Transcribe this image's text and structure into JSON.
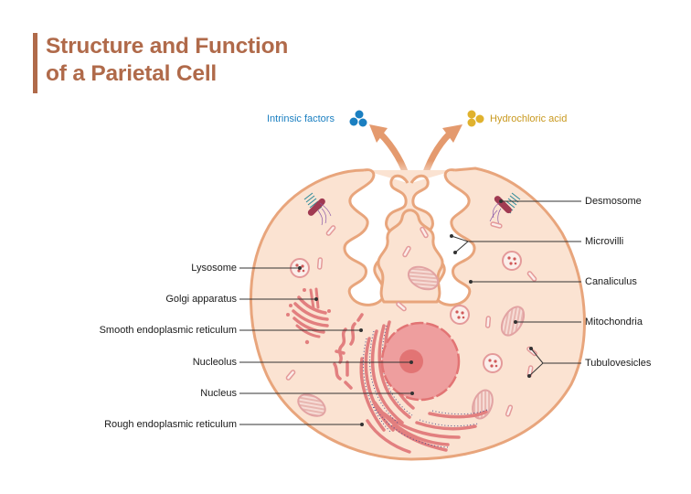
{
  "title": {
    "line1": "Structure and Function",
    "line2": "of a Parietal Cell"
  },
  "secretions": {
    "left": {
      "label": "Intrinsic factors",
      "color": "#1a7fc1",
      "icon": "blue-molecule-cluster"
    },
    "right": {
      "label": "Hydrochloric acid",
      "color": "#d4a52a",
      "icon": "yellow-molecule-cluster"
    }
  },
  "labels_left": [
    {
      "id": "lysosome",
      "label": "Lysosome"
    },
    {
      "id": "golgi",
      "label": "Golgi apparatus"
    },
    {
      "id": "ser",
      "label": "Smooth endoplasmic reticulum"
    },
    {
      "id": "nucleolus",
      "label": "Nucleolus"
    },
    {
      "id": "nucleus",
      "label": "Nucleus"
    },
    {
      "id": "rer",
      "label": "Rough endoplasmic reticulum"
    }
  ],
  "labels_right": [
    {
      "id": "desmosome",
      "label": "Desmosome"
    },
    {
      "id": "microvilli",
      "label": "Microvilli"
    },
    {
      "id": "canaliculus",
      "label": "Canaliculus"
    },
    {
      "id": "mitochondria",
      "label": "Mitochondria"
    },
    {
      "id": "tubulovesicles",
      "label": "Tubulovesicles"
    }
  ],
  "colors": {
    "title": "#b06a4a",
    "cell_fill": "#fbe3d2",
    "cell_stroke": "#e8a57c",
    "organelle": "#e27f7f",
    "nucleus": "#ee9e9e",
    "nucleolus": "#e27474",
    "arrow": "#e49a6e",
    "leader": "#333333"
  }
}
